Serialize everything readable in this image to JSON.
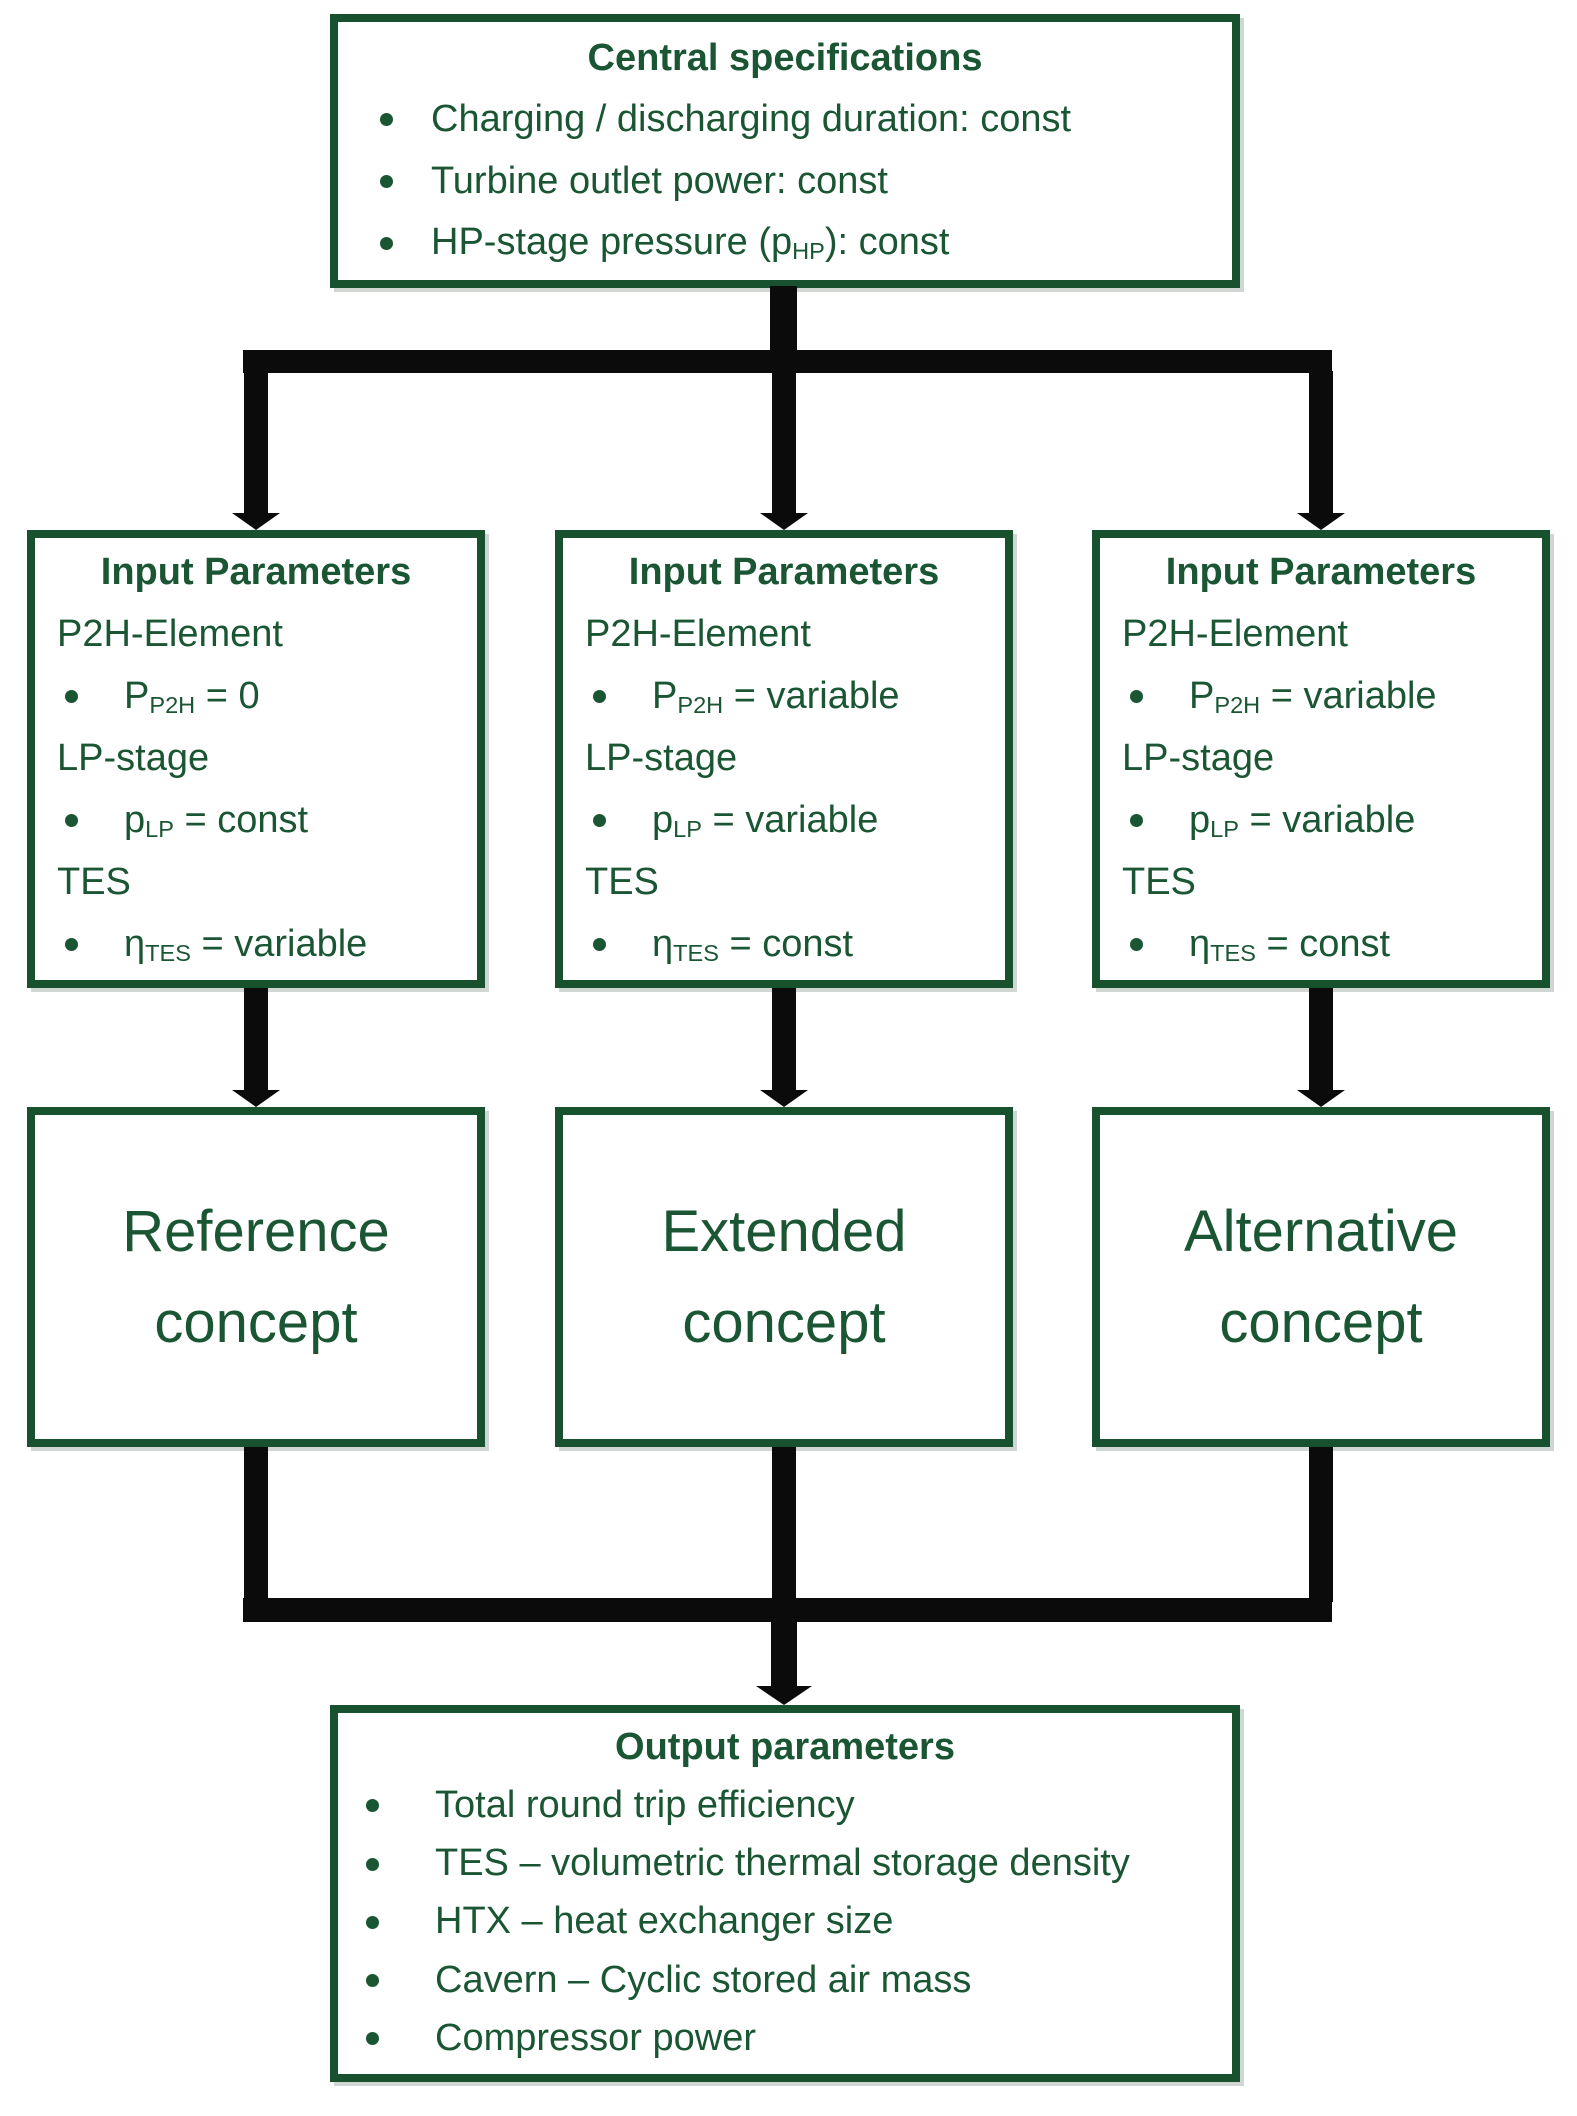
{
  "palette": {
    "box_border_green": "#17512e",
    "text_green": "#1b5634",
    "connector_black": "#0b0b0b",
    "background": "#ffffff"
  },
  "top_box": {
    "title": "Central specifications",
    "bullets": [
      [
        {
          "t": "Charging / discharging duration: const"
        }
      ],
      [
        {
          "t": "Turbine outlet power: const"
        }
      ],
      [
        {
          "t": "HP-stage pressure (p"
        },
        {
          "s": "HP"
        },
        {
          "t": "): const"
        }
      ]
    ]
  },
  "input_boxes": [
    {
      "title": "Input Parameters",
      "lines": [
        {
          "kind": "plain",
          "segs": [
            {
              "t": "P2H-Element"
            }
          ]
        },
        {
          "kind": "bullet",
          "segs": [
            {
              "t": "P"
            },
            {
              "s": "P2H"
            },
            {
              "t": " = 0"
            }
          ]
        },
        {
          "kind": "plain",
          "segs": [
            {
              "t": "LP-stage"
            }
          ]
        },
        {
          "kind": "bullet",
          "segs": [
            {
              "t": "p"
            },
            {
              "s": "LP"
            },
            {
              "t": " = const"
            }
          ]
        },
        {
          "kind": "plain",
          "segs": [
            {
              "t": "TES"
            }
          ]
        },
        {
          "kind": "bullet",
          "segs": [
            {
              "t": "η"
            },
            {
              "s": "TES"
            },
            {
              "t": " = variable"
            }
          ]
        }
      ]
    },
    {
      "title": "Input Parameters",
      "lines": [
        {
          "kind": "plain",
          "segs": [
            {
              "t": "P2H-Element"
            }
          ]
        },
        {
          "kind": "bullet",
          "segs": [
            {
              "t": "P"
            },
            {
              "s": "P2H"
            },
            {
              "t": " = variable"
            }
          ]
        },
        {
          "kind": "plain",
          "segs": [
            {
              "t": "LP-stage"
            }
          ]
        },
        {
          "kind": "bullet",
          "segs": [
            {
              "t": "p"
            },
            {
              "s": "LP"
            },
            {
              "t": " = variable"
            }
          ]
        },
        {
          "kind": "plain",
          "segs": [
            {
              "t": "TES"
            }
          ]
        },
        {
          "kind": "bullet",
          "segs": [
            {
              "t": "η"
            },
            {
              "s": "TES"
            },
            {
              "t": " = const"
            }
          ]
        }
      ]
    },
    {
      "title": "Input Parameters",
      "lines": [
        {
          "kind": "plain",
          "segs": [
            {
              "t": "P2H-Element"
            }
          ]
        },
        {
          "kind": "bullet",
          "segs": [
            {
              "t": "P"
            },
            {
              "s": "P2H"
            },
            {
              "t": " = variable"
            }
          ]
        },
        {
          "kind": "plain",
          "segs": [
            {
              "t": "LP-stage"
            }
          ]
        },
        {
          "kind": "bullet",
          "segs": [
            {
              "t": "p"
            },
            {
              "s": "LP"
            },
            {
              "t": " = variable"
            }
          ]
        },
        {
          "kind": "plain",
          "segs": [
            {
              "t": "TES"
            }
          ]
        },
        {
          "kind": "bullet",
          "segs": [
            {
              "t": "η"
            },
            {
              "s": "TES"
            },
            {
              "t": " = const"
            }
          ]
        }
      ]
    }
  ],
  "concept_boxes": [
    {
      "line1": "Reference",
      "line2": "concept"
    },
    {
      "line1": "Extended",
      "line2": "concept"
    },
    {
      "line1": "Alternative",
      "line2": "concept"
    }
  ],
  "output_box": {
    "title": "Output parameters",
    "bullets": [
      "Total round trip efficiency",
      "TES – volumetric thermal storage density",
      "HTX – heat exchanger size",
      "Cavern – Cyclic stored air mass",
      "Compressor power"
    ]
  }
}
